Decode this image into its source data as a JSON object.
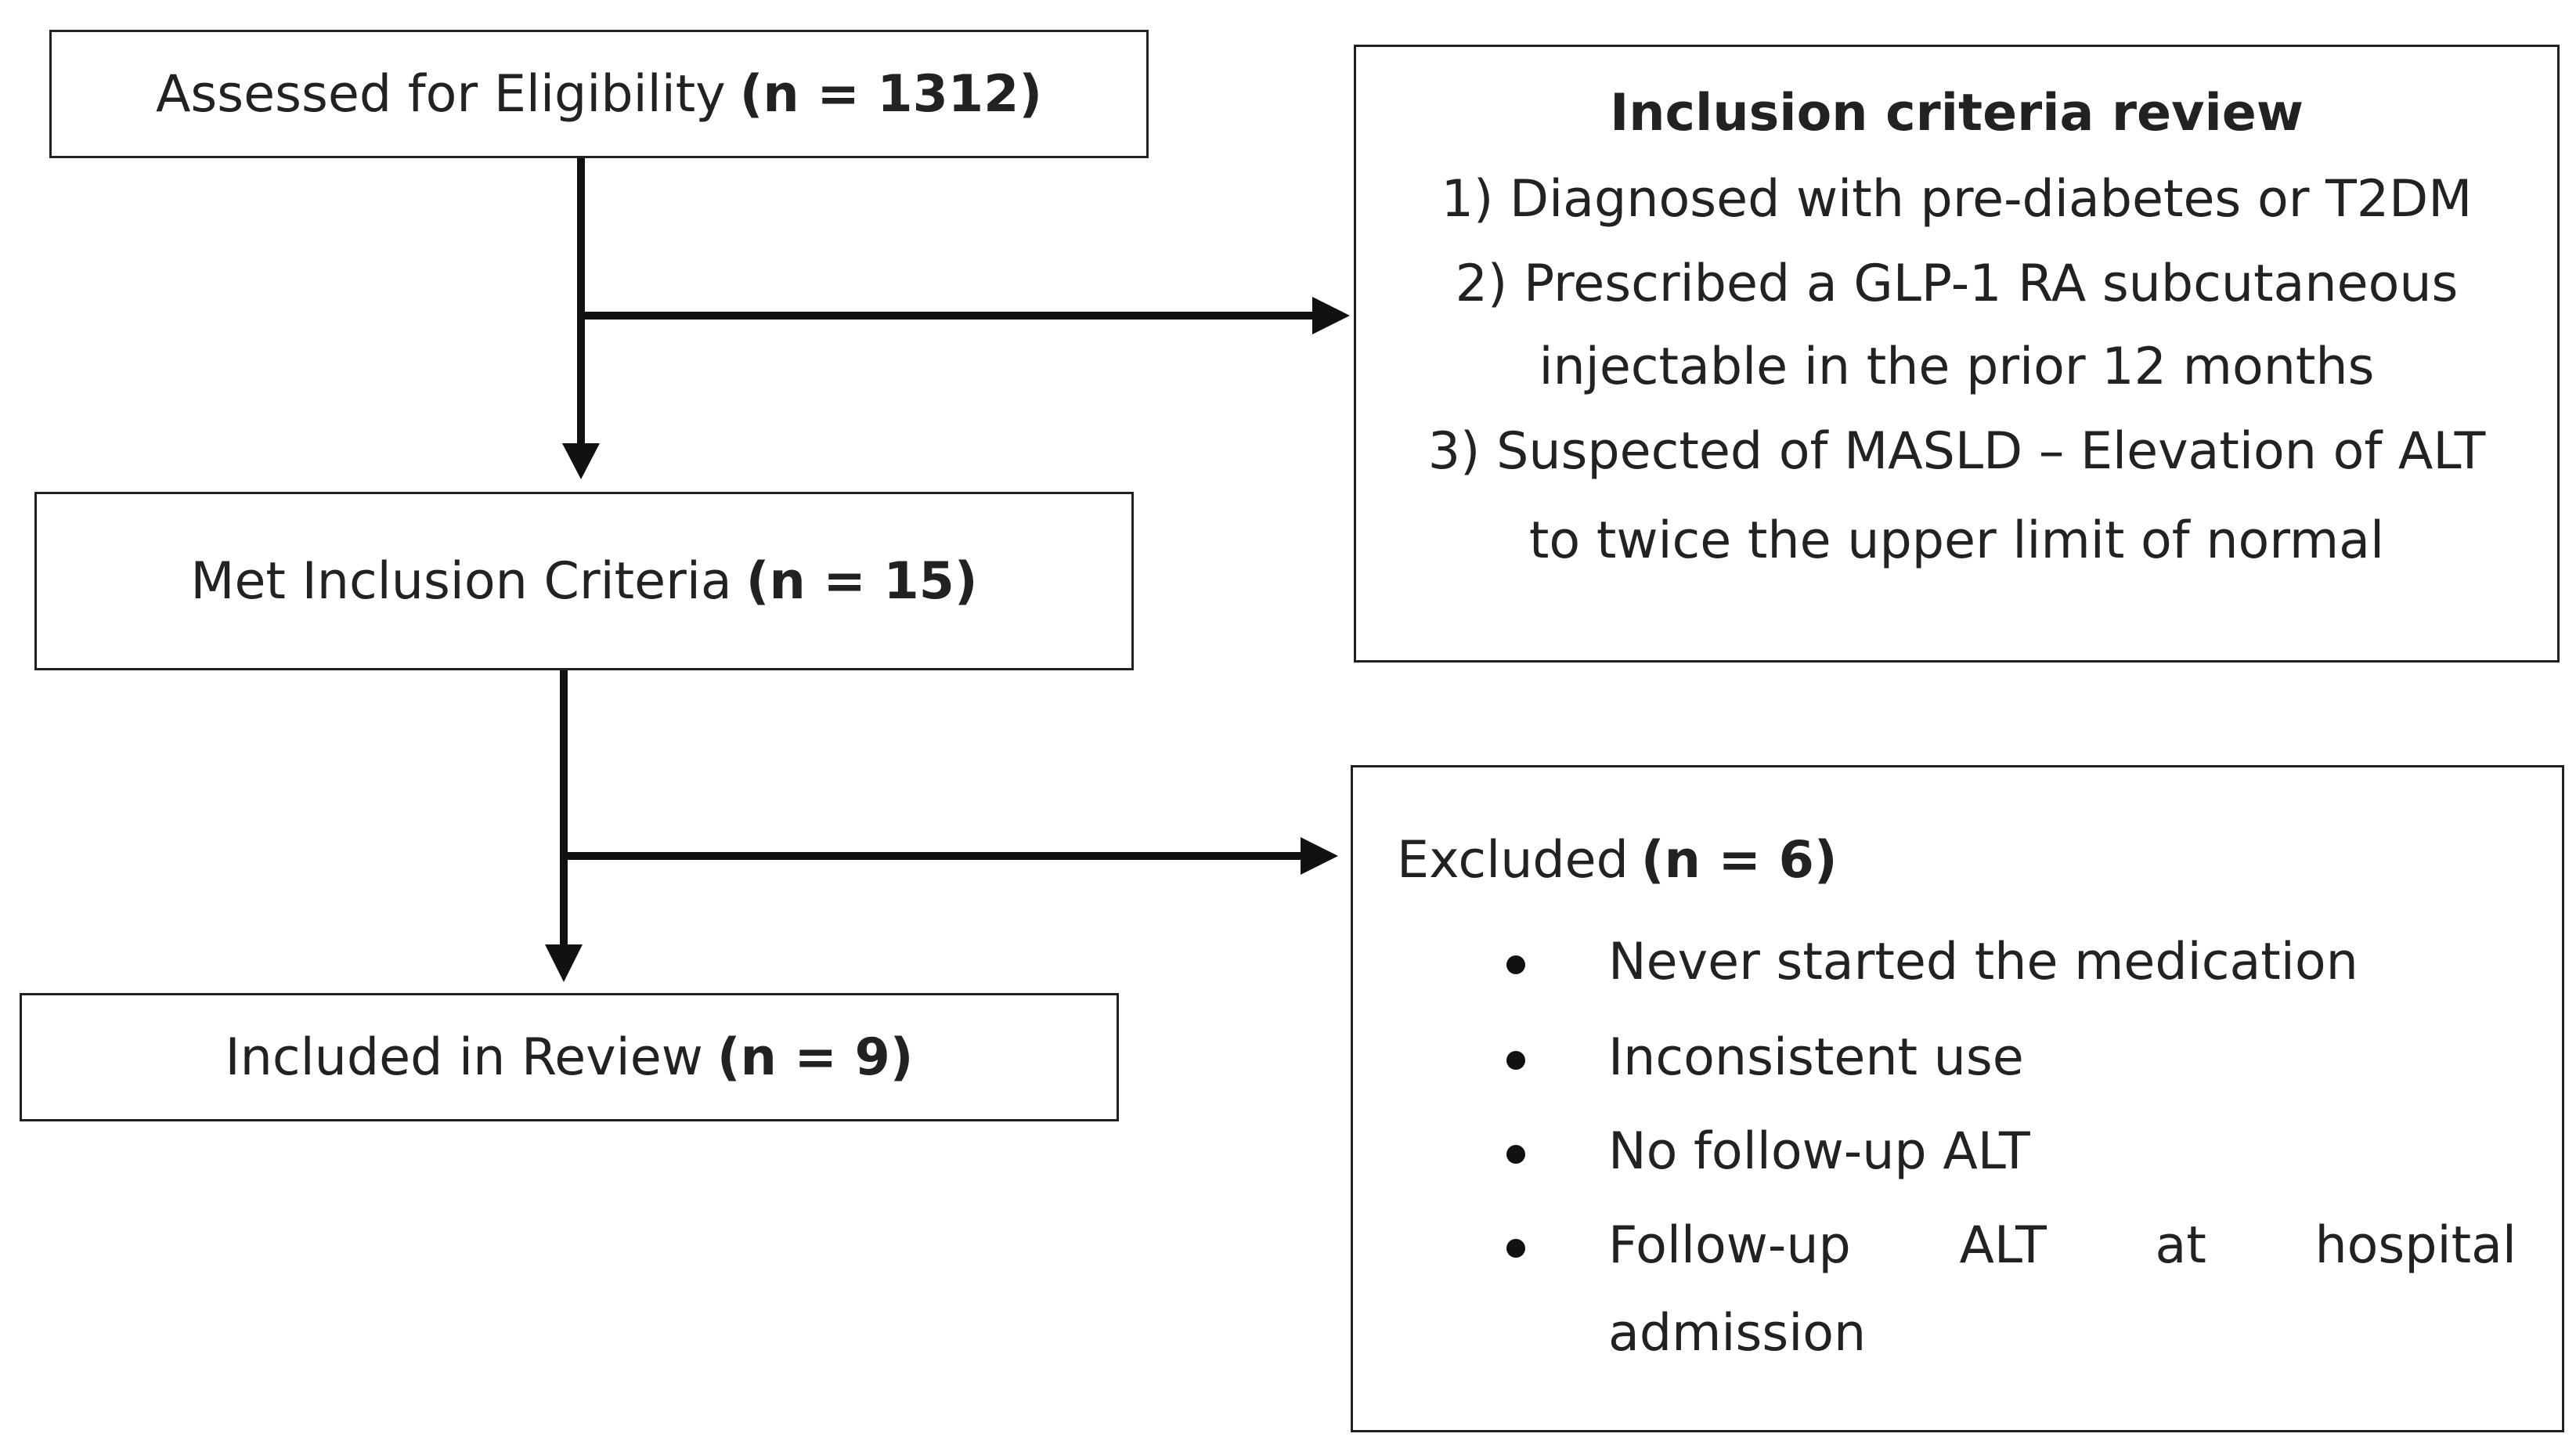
{
  "boxes": {
    "assessed": {
      "label": "Assessed for Eligibility",
      "count": "(n = 1312)"
    },
    "met": {
      "label": "Met Inclusion Criteria",
      "count": "(n = 15)"
    },
    "included": {
      "label": "Included in Review",
      "count": "(n = 9)"
    }
  },
  "criteria": {
    "heading": "Inclusion criteria review",
    "lines": [
      "1) Diagnosed with pre-diabetes or T2DM",
      "2) Prescribed a GLP-1 RA subcutaneous",
      "injectable in the prior 12 months",
      "3) Suspected of MASLD – Elevation of ALT",
      "to twice the upper limit of normal"
    ]
  },
  "excluded": {
    "label": "Excluded",
    "count": "(n = 6)",
    "items": [
      "Never started the medication",
      "Inconsistent use",
      "No follow-up ALT"
    ],
    "last_item_words": [
      "Follow-up",
      "ALT",
      "at",
      "hospital"
    ],
    "last_item_continuation": "admission"
  },
  "colors": {
    "line": "#111111",
    "border": "#222222",
    "text": "#222222"
  }
}
